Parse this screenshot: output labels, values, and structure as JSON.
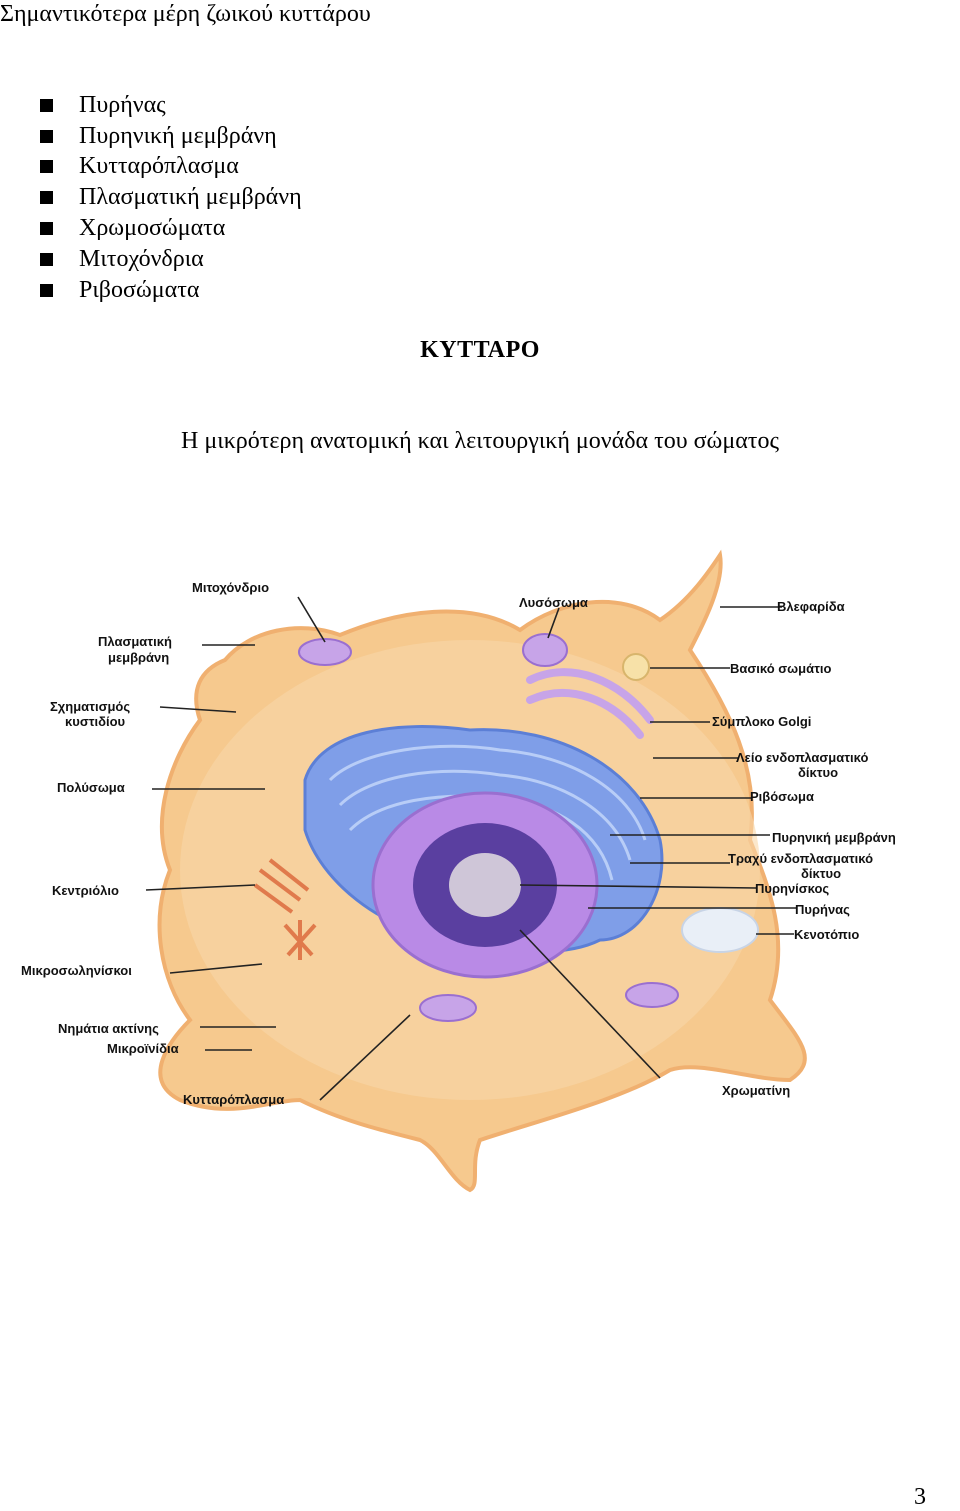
{
  "heading": "Σημαντικότερα μέρη ζωικού κυττάρου",
  "list": [
    "Πυρήνας",
    "Πυρηνική μεμβράνη",
    "Κυτταρόπλασμα",
    "Πλασματική μεμβράνη",
    "Χρωμοσώματα",
    "Μιτοχόνδρια",
    "Ριβοσώματα"
  ],
  "title": "ΚΥΤΤΑΡΟ",
  "subtitle": "Η μικρότερη ανατομική και λειτουργική μονάδα του σώματος",
  "figure": {
    "labels": {
      "mitochondrion": "Μιτοχόνδριο",
      "lysosome": "Λυσόσωμα",
      "cilium": "Βλεφαρίδα",
      "plasma_membrane_1": "Πλασματική",
      "plasma_membrane_2": "μεμβράνη",
      "basal_body": "Βασικό σωμάτιο",
      "vesicle_formation_1": "Σχηματισμός",
      "vesicle_formation_2": "κυστιδίου",
      "golgi": "Σύμπλοκο Golgi",
      "smooth_er_1": "Λείο ενδοπλασματικό",
      "smooth_er_2": "δίκτυο",
      "polysome": "Πολύσωμα",
      "ribosome": "Ριβόσωμα",
      "nuclear_membrane": "Πυρηνική μεμβράνη",
      "rough_er_1": "Τραχύ ενδοπλασματικό",
      "rough_er_2": "δίκτυο",
      "centriole": "Κεντριόλιο",
      "nucleolus": "Πυρηνίσκος",
      "nucleus": "Πυρήνας",
      "vacuole": "Κενοτόπιο",
      "microtubules": "Μικροσωληνίσκοι",
      "actin_filaments": "Νημάτια ακτίνης",
      "microfibrils": "Μικροϊνίδια",
      "cytoplasm": "Κυτταρόπλασμα",
      "chromatin": "Χρωματίνη"
    },
    "colors": {
      "cytoplasm": "#f6c98e",
      "cytoplasm_edge": "#f0b070",
      "er": "#7f9ee8",
      "nucleus": "#b98ae6",
      "nucleus_inner": "#5a3fa0",
      "nucleolus": "#cfc6d8",
      "mitochondria": "#c7a4e8"
    }
  },
  "page_number": "3"
}
